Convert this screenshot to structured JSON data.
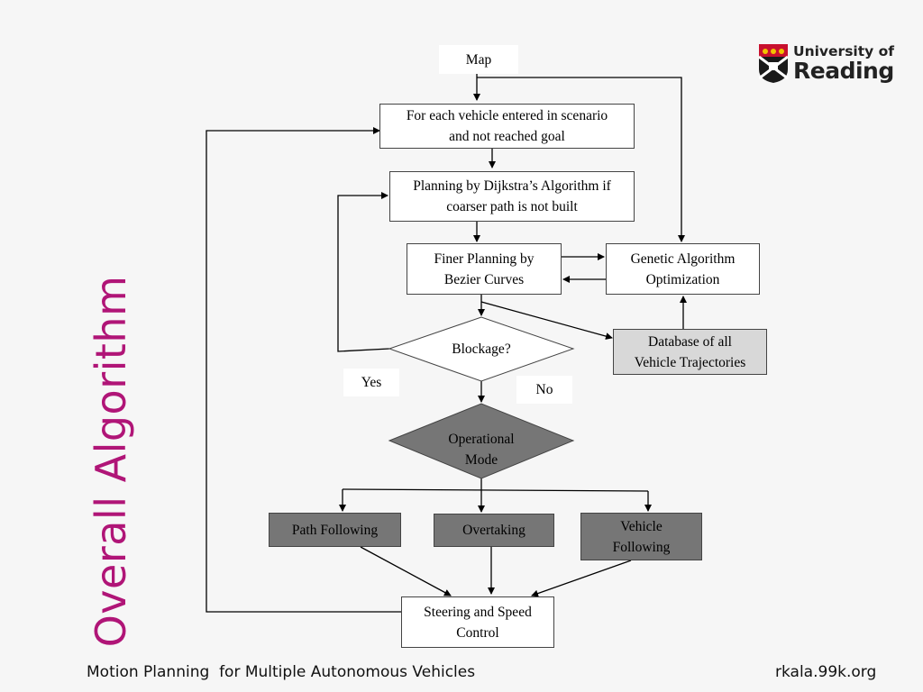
{
  "slide_title": "Overall Algorithm",
  "logo": {
    "line1": "University of",
    "line2": "Reading"
  },
  "diagram": {
    "map": "Map",
    "for_each_line1": "For each vehicle entered in scenario",
    "for_each_line2": "and not reached goal",
    "dijkstra_line1": "Planning by Dijkstra’s Algorithm if",
    "dijkstra_line2": "coarser path is not built",
    "bezier_line1": "Finer Planning by",
    "bezier_line2": "Bezier Curves",
    "genetic_line1": "Genetic Algorithm",
    "genetic_line2": "Optimization",
    "blockage": "Blockage?",
    "database_line1": "Database of all",
    "database_line2": "Vehicle Trajectories",
    "yes": "Yes",
    "no": "No",
    "operational_line1": "Operational",
    "operational_line2": "Mode",
    "path_following": "Path Following",
    "overtaking": "Overtaking",
    "vehicle_following_line1": "Vehicle",
    "vehicle_following_line2": "Following",
    "steering_line1": "Steering and Speed",
    "steering_line2": "Control"
  },
  "footer": {
    "left": "Motion Planning  for Multiple Autonomous Vehicles",
    "right": "rkala.99k.org"
  }
}
